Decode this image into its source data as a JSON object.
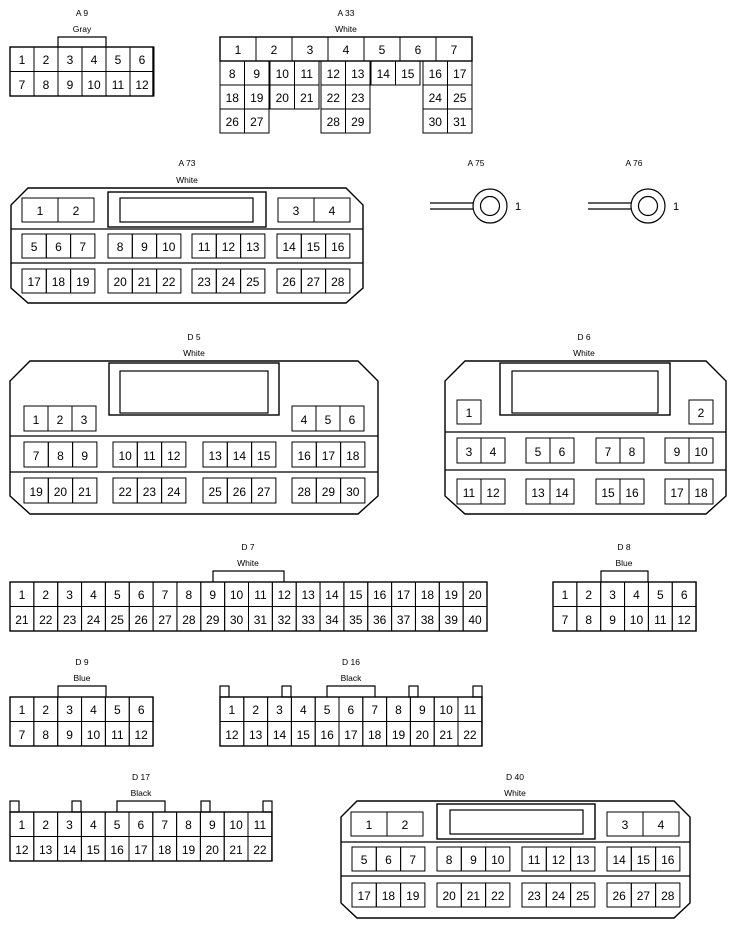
{
  "connectors": [
    {
      "id": "A9",
      "name": "A 9",
      "color": "Gray",
      "pins": [
        "1",
        "2",
        "3",
        "4",
        "5",
        "6",
        "7",
        "8",
        "9",
        "10",
        "11",
        "12"
      ]
    },
    {
      "id": "A33",
      "name": "A 33",
      "color": "White",
      "pins": [
        "1",
        "2",
        "3",
        "4",
        "5",
        "6",
        "7",
        "8",
        "9",
        "10",
        "11",
        "12",
        "13",
        "14",
        "15",
        "16",
        "17",
        "18",
        "19",
        "20",
        "21",
        "22",
        "23",
        "24",
        "25",
        "26",
        "27",
        "28",
        "29",
        "30",
        "31"
      ]
    },
    {
      "id": "A73",
      "name": "A 73",
      "color": "White",
      "pins": [
        "1",
        "2",
        "3",
        "4",
        "5",
        "6",
        "7",
        "8",
        "9",
        "10",
        "11",
        "12",
        "13",
        "14",
        "15",
        "16",
        "17",
        "18",
        "19",
        "20",
        "21",
        "22",
        "23",
        "24",
        "25",
        "26",
        "27",
        "28"
      ]
    },
    {
      "id": "A75",
      "name": "A 75",
      "color": "",
      "pins": [
        "1"
      ]
    },
    {
      "id": "A76",
      "name": "A 76",
      "color": "",
      "pins": [
        "1"
      ]
    },
    {
      "id": "D5",
      "name": "D 5",
      "color": "White",
      "pins": [
        "1",
        "2",
        "3",
        "4",
        "5",
        "6",
        "7",
        "8",
        "9",
        "10",
        "11",
        "12",
        "13",
        "14",
        "15",
        "16",
        "17",
        "18",
        "19",
        "20",
        "21",
        "22",
        "23",
        "24",
        "25",
        "26",
        "27",
        "28",
        "29",
        "30"
      ]
    },
    {
      "id": "D6",
      "name": "D 6",
      "color": "White",
      "pins": [
        "1",
        "2",
        "3",
        "4",
        "5",
        "6",
        "7",
        "8",
        "9",
        "10",
        "11",
        "12",
        "13",
        "14",
        "15",
        "16",
        "17",
        "18"
      ]
    },
    {
      "id": "D7",
      "name": "D 7",
      "color": "White",
      "pins": [
        "1",
        "2",
        "3",
        "4",
        "5",
        "6",
        "7",
        "8",
        "9",
        "10",
        "11",
        "12",
        "13",
        "14",
        "15",
        "16",
        "17",
        "18",
        "19",
        "20",
        "21",
        "22",
        "23",
        "24",
        "25",
        "26",
        "27",
        "28",
        "29",
        "30",
        "31",
        "32",
        "33",
        "34",
        "35",
        "36",
        "37",
        "38",
        "39",
        "40"
      ]
    },
    {
      "id": "D8",
      "name": "D 8",
      "color": "Blue",
      "pins": [
        "1",
        "2",
        "3",
        "4",
        "5",
        "6",
        "7",
        "8",
        "9",
        "10",
        "11",
        "12"
      ]
    },
    {
      "id": "D9",
      "name": "D 9",
      "color": "Blue",
      "pins": [
        "1",
        "2",
        "3",
        "4",
        "5",
        "6",
        "7",
        "8",
        "9",
        "10",
        "11",
        "12"
      ]
    },
    {
      "id": "D16",
      "name": "D 16",
      "color": "Black",
      "pins": [
        "1",
        "2",
        "3",
        "4",
        "5",
        "6",
        "7",
        "8",
        "9",
        "10",
        "11",
        "12",
        "13",
        "14",
        "15",
        "16",
        "17",
        "18",
        "19",
        "20",
        "21",
        "22"
      ]
    },
    {
      "id": "D17",
      "name": "D 17",
      "color": "Black",
      "pins": [
        "1",
        "2",
        "3",
        "4",
        "5",
        "6",
        "7",
        "8",
        "9",
        "10",
        "11",
        "12",
        "13",
        "14",
        "15",
        "16",
        "17",
        "18",
        "19",
        "20",
        "21",
        "22"
      ]
    },
    {
      "id": "D40",
      "name": "D 40",
      "color": "White",
      "pins": [
        "1",
        "2",
        "3",
        "4",
        "5",
        "6",
        "7",
        "8",
        "9",
        "10",
        "11",
        "12",
        "13",
        "14",
        "15",
        "16",
        "17",
        "18",
        "19",
        "20",
        "21",
        "22",
        "23",
        "24",
        "25",
        "26",
        "27",
        "28"
      ]
    }
  ]
}
